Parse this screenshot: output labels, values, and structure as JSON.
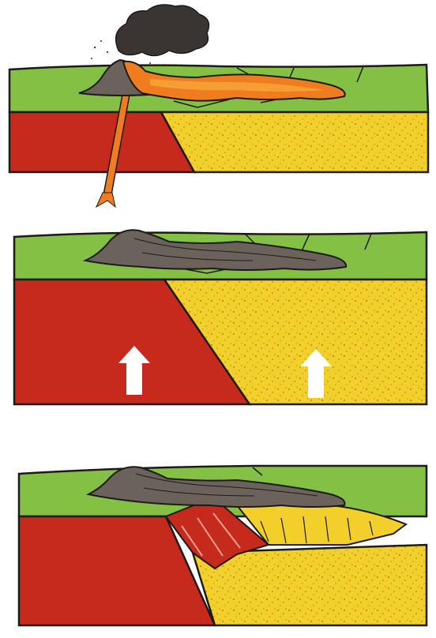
{
  "diagram": {
    "panels": [
      {
        "id": "panel-1",
        "elements": [
          "volcano",
          "ash-cloud",
          "lava-flow",
          "magma-conduit",
          "red-rock-layer",
          "yellow-rock-layer",
          "green-surface-layer"
        ]
      },
      {
        "id": "panel-2",
        "elements": [
          "cooled-lava-flow",
          "red-rock-layer",
          "yellow-rock-layer",
          "green-surface-layer",
          "uplift-arrow-left",
          "uplift-arrow-right"
        ]
      },
      {
        "id": "panel-3",
        "elements": [
          "cooled-lava-flow",
          "red-rock-layer",
          "yellow-rock-layer",
          "green-surface-layer",
          "eroded-cliff"
        ]
      }
    ],
    "colors": {
      "sky": "#ffffff",
      "green": "#84c044",
      "red": "#c62a1c",
      "yellow": "#f2cf2a",
      "lava": "#ef7d1f",
      "lava_light": "#f7a53a",
      "rock_grey": "#6b625c",
      "ash": "#3a3533",
      "outline": "#1e1a18",
      "arrow": "#ffffff"
    }
  }
}
